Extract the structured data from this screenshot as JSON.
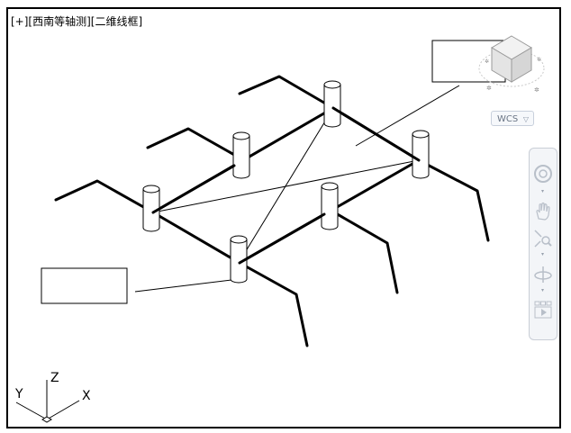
{
  "viewport": {
    "label": "[+][西南等轴测][二维线框]"
  },
  "viewcube": {
    "wcs_label": "WCS"
  },
  "ucs_icon": {
    "x_label": "X",
    "y_label": "Y",
    "z_label": "Z"
  },
  "navbar": {
    "tools": [
      "steering-wheel",
      "pan",
      "zoom-extents",
      "orbit",
      "showmotion"
    ]
  },
  "colors": {
    "geometry": "#000000",
    "viewcube_face": "#e6e6e6",
    "toolbar_icon": "#b8bfc9"
  }
}
